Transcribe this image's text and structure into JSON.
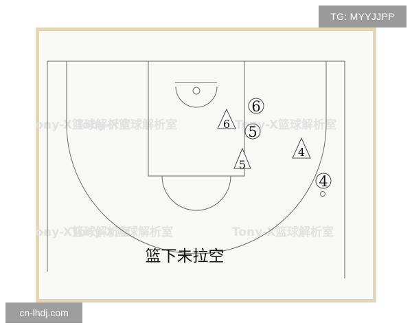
{
  "top_tag": "TG: MYYJJPP",
  "footer_badge": "cn-lhdj.com",
  "watermark_text": "Tony-X篮球解析室",
  "caption": "篮下未拉空",
  "players": [
    {
      "number": "6",
      "kind": "circle-offense"
    },
    {
      "number": "6",
      "kind": "triangle-defense"
    },
    {
      "number": "5",
      "kind": "circle-offense"
    },
    {
      "number": "5",
      "kind": "triangle-defense"
    },
    {
      "number": "4",
      "kind": "triangle-defense"
    },
    {
      "number": "4",
      "kind": "circle-offense"
    }
  ],
  "colors": {
    "frame_border": "#e5d6b8",
    "court_lines": "#666666",
    "badge_bg": "#9e9e9e"
  }
}
